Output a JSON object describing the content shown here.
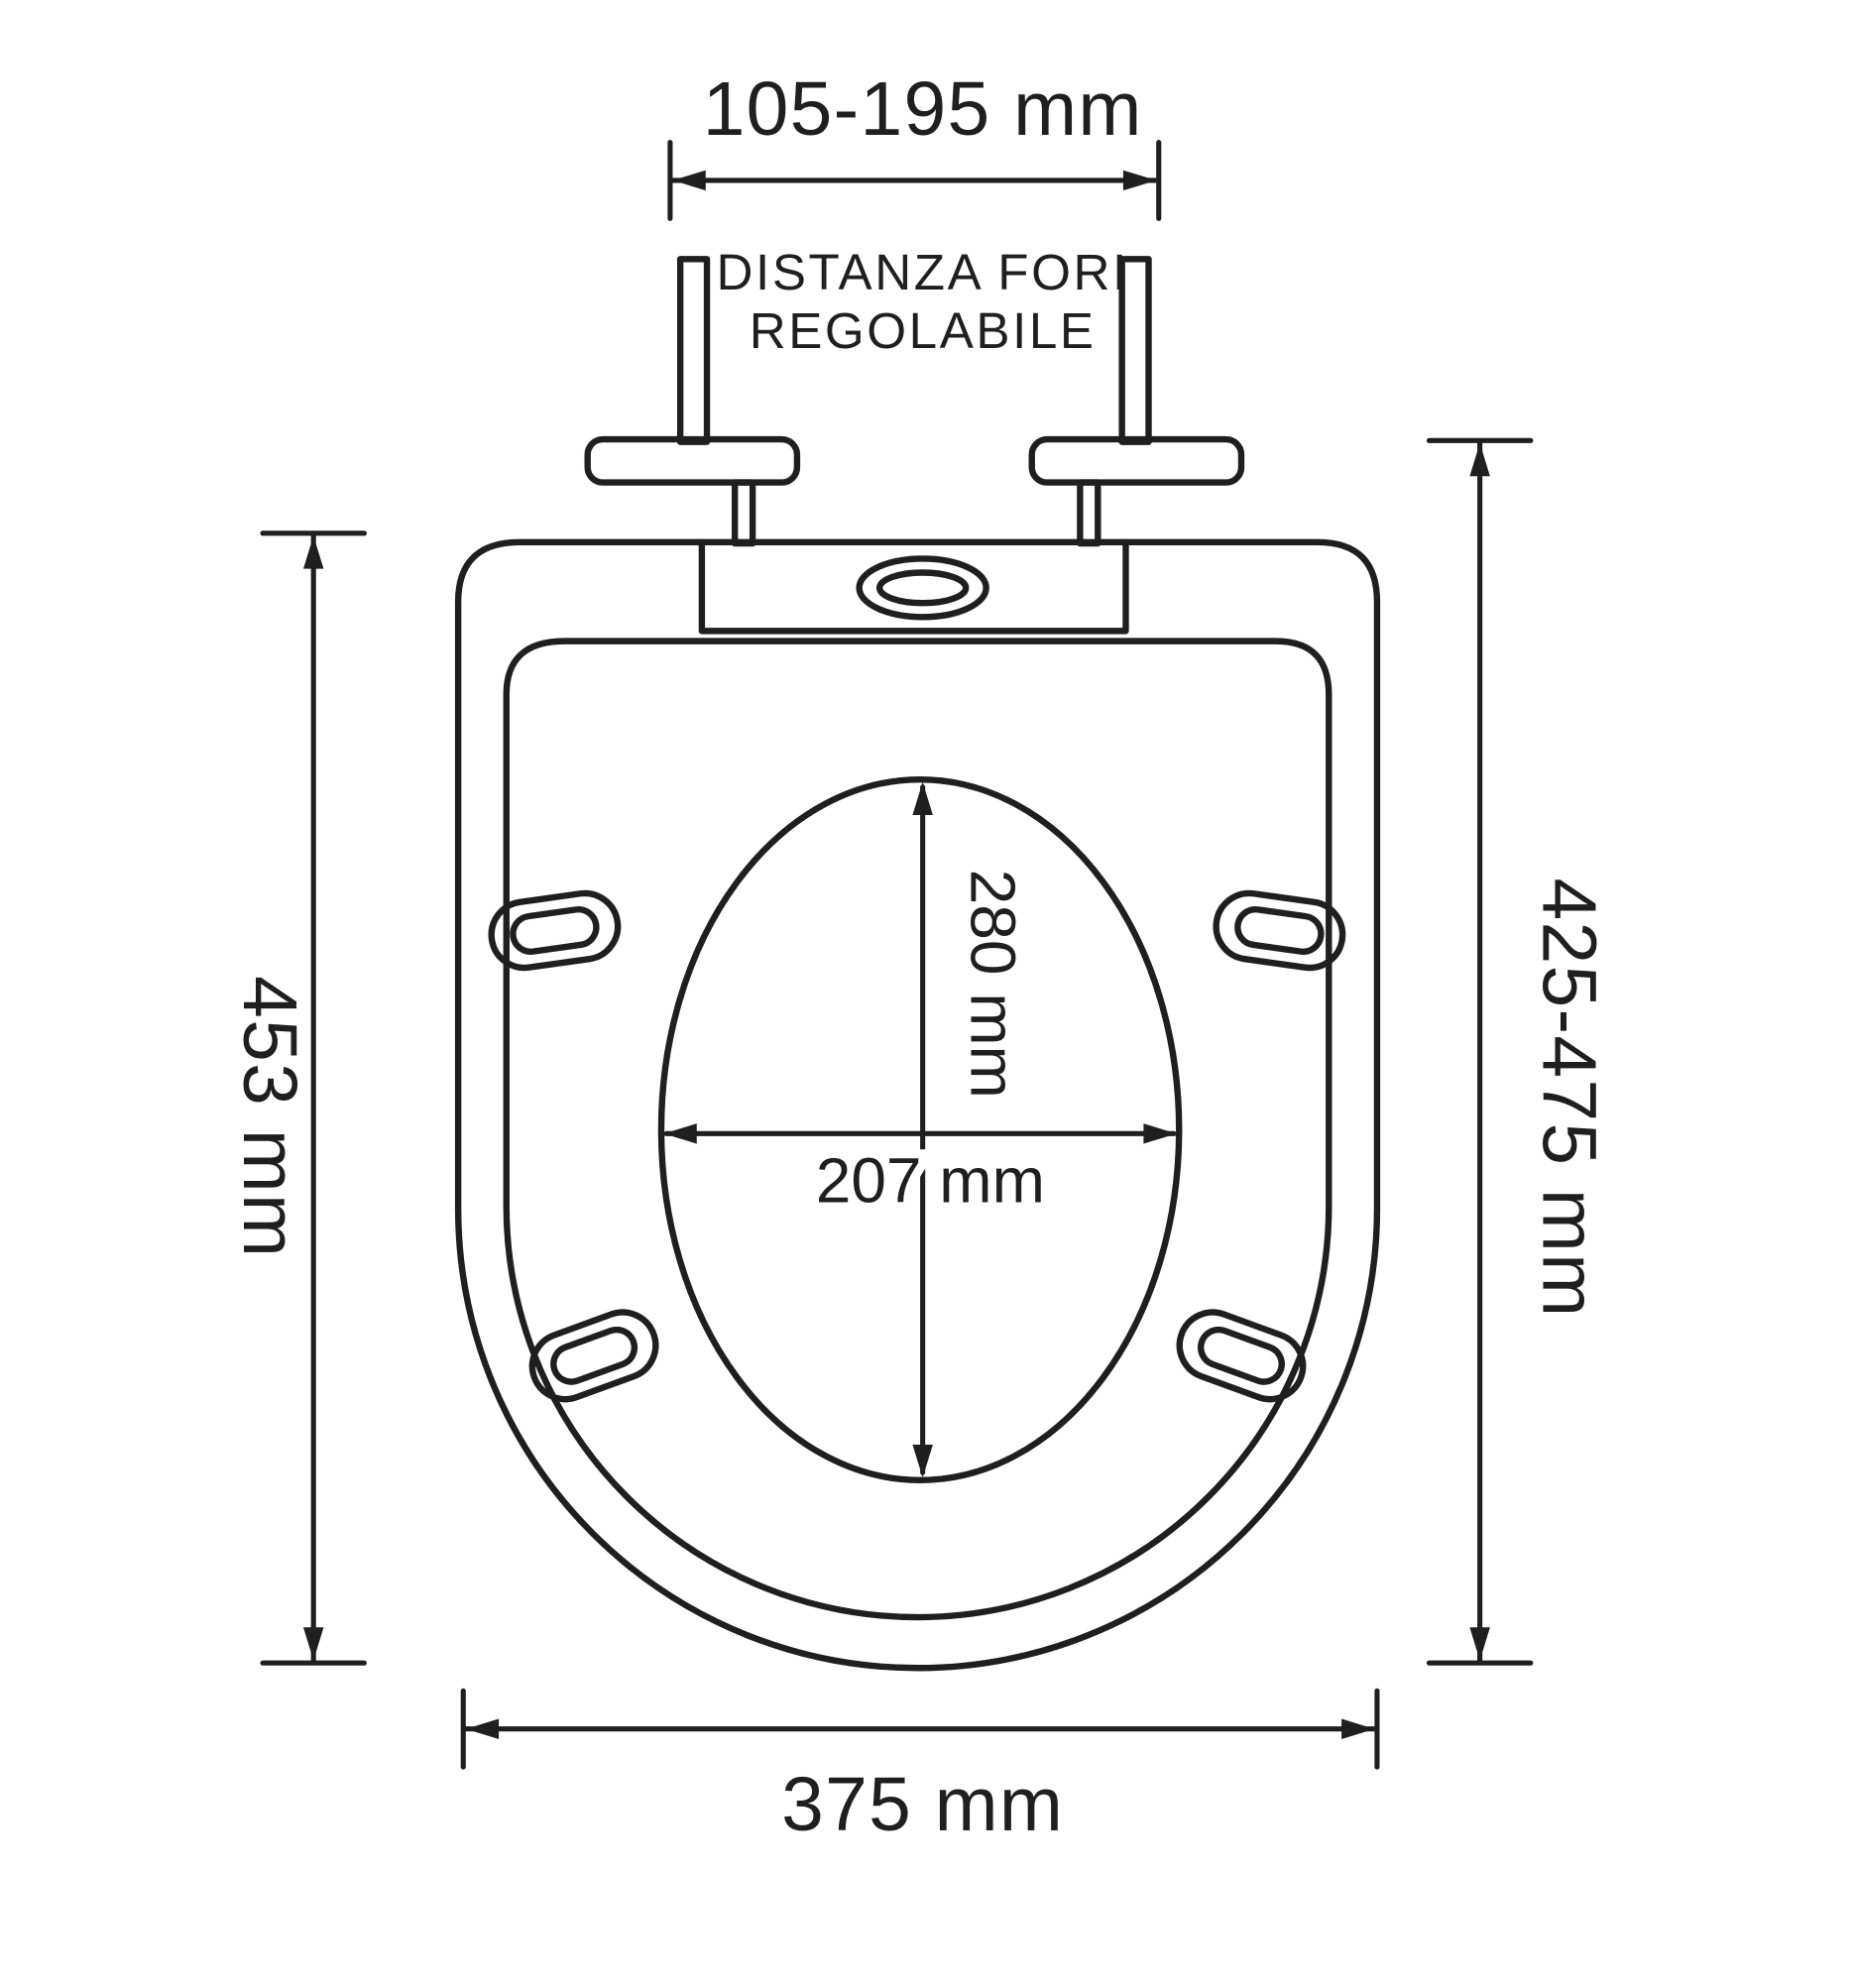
{
  "diagram": {
    "labels": {
      "hole_distance": "105-195 mm",
      "note_line1": "DISTANZA FORI",
      "note_line2": "REGOLABILE",
      "overall_height": "453 mm",
      "adjustable_height": "425-475 mm",
      "overall_width": "375 mm",
      "opening_height": "280 mm",
      "opening_width": "207 mm"
    },
    "colors": {
      "line": "#1f1f1f",
      "background": "#ffffff"
    }
  }
}
